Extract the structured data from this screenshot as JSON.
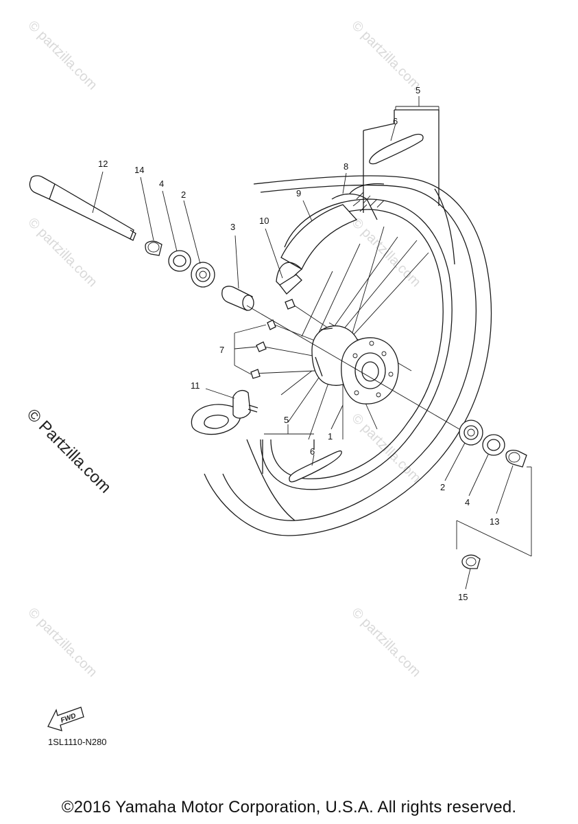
{
  "diagram": {
    "callouts": {
      "c1": "1",
      "c2a": "2",
      "c2b": "2",
      "c3": "3",
      "c4a": "4",
      "c4b": "4",
      "c5a": "5",
      "c5b": "5",
      "c6a": "6",
      "c6b": "6",
      "c7": "7",
      "c8": "8",
      "c9": "9",
      "c10": "10",
      "c11": "11",
      "c12": "12",
      "c13": "13",
      "c14": "14",
      "c15": "15"
    },
    "fwd_label": "FWD",
    "code": "1SL1110-N280"
  },
  "watermark": {
    "text": "© Partzilla.com",
    "small_text": "© partzilla.com"
  },
  "footer": {
    "copyright": "©2016 Yamaha Motor Corporation, U.S.A. All rights reserved."
  }
}
